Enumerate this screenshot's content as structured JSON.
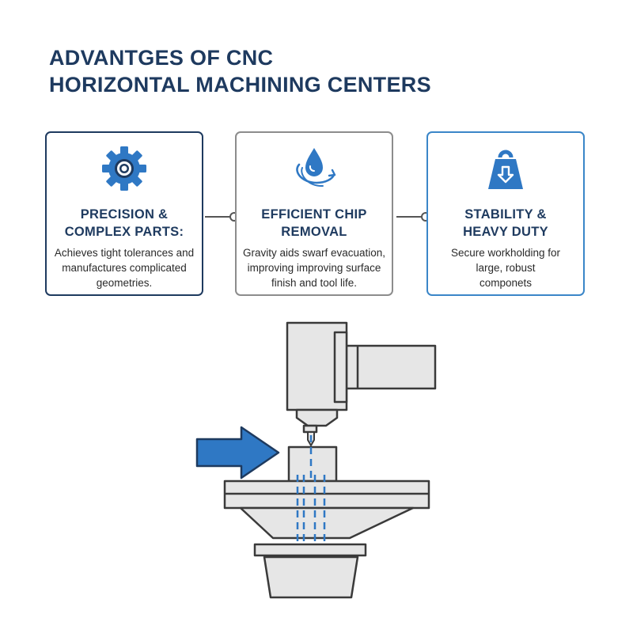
{
  "title": {
    "line1": "ADVANTGES OF CNC",
    "line2": "HORIZONTAL MACHINING CENTERS"
  },
  "cards": [
    {
      "icon": "gear-icon",
      "heading_line1": "PRECISION &",
      "heading_line2": "COMPLEX PARTS:",
      "desc_line1": "Achieves tight tolerances and",
      "desc_line2": "manufactures complicated",
      "desc_line3": "geometries.",
      "border_color": "#1e3a5f"
    },
    {
      "icon": "water-drop-cycle-icon",
      "heading_line1": "EFFICIENT CHIP",
      "heading_line2": "REMOVAL",
      "desc_line1": "Gravity aids swarf evacuation,",
      "desc_line2": "improving improving surface",
      "desc_line3": "finish and tool life.",
      "border_color": "#8c8c8c"
    },
    {
      "icon": "weight-down-icon",
      "heading_line1": "STABILITY &",
      "heading_line2": "HEAVY DUTY",
      "desc_line1": "Secure workholding for",
      "desc_line2": "large, robust",
      "desc_line3": "componets",
      "border_color": "#3a86c8"
    }
  ],
  "colors": {
    "navy": "#1e3a5f",
    "accent_blue": "#3a86c8",
    "machine_fill": "#e6e6e6",
    "outline": "#3a3a3a"
  }
}
